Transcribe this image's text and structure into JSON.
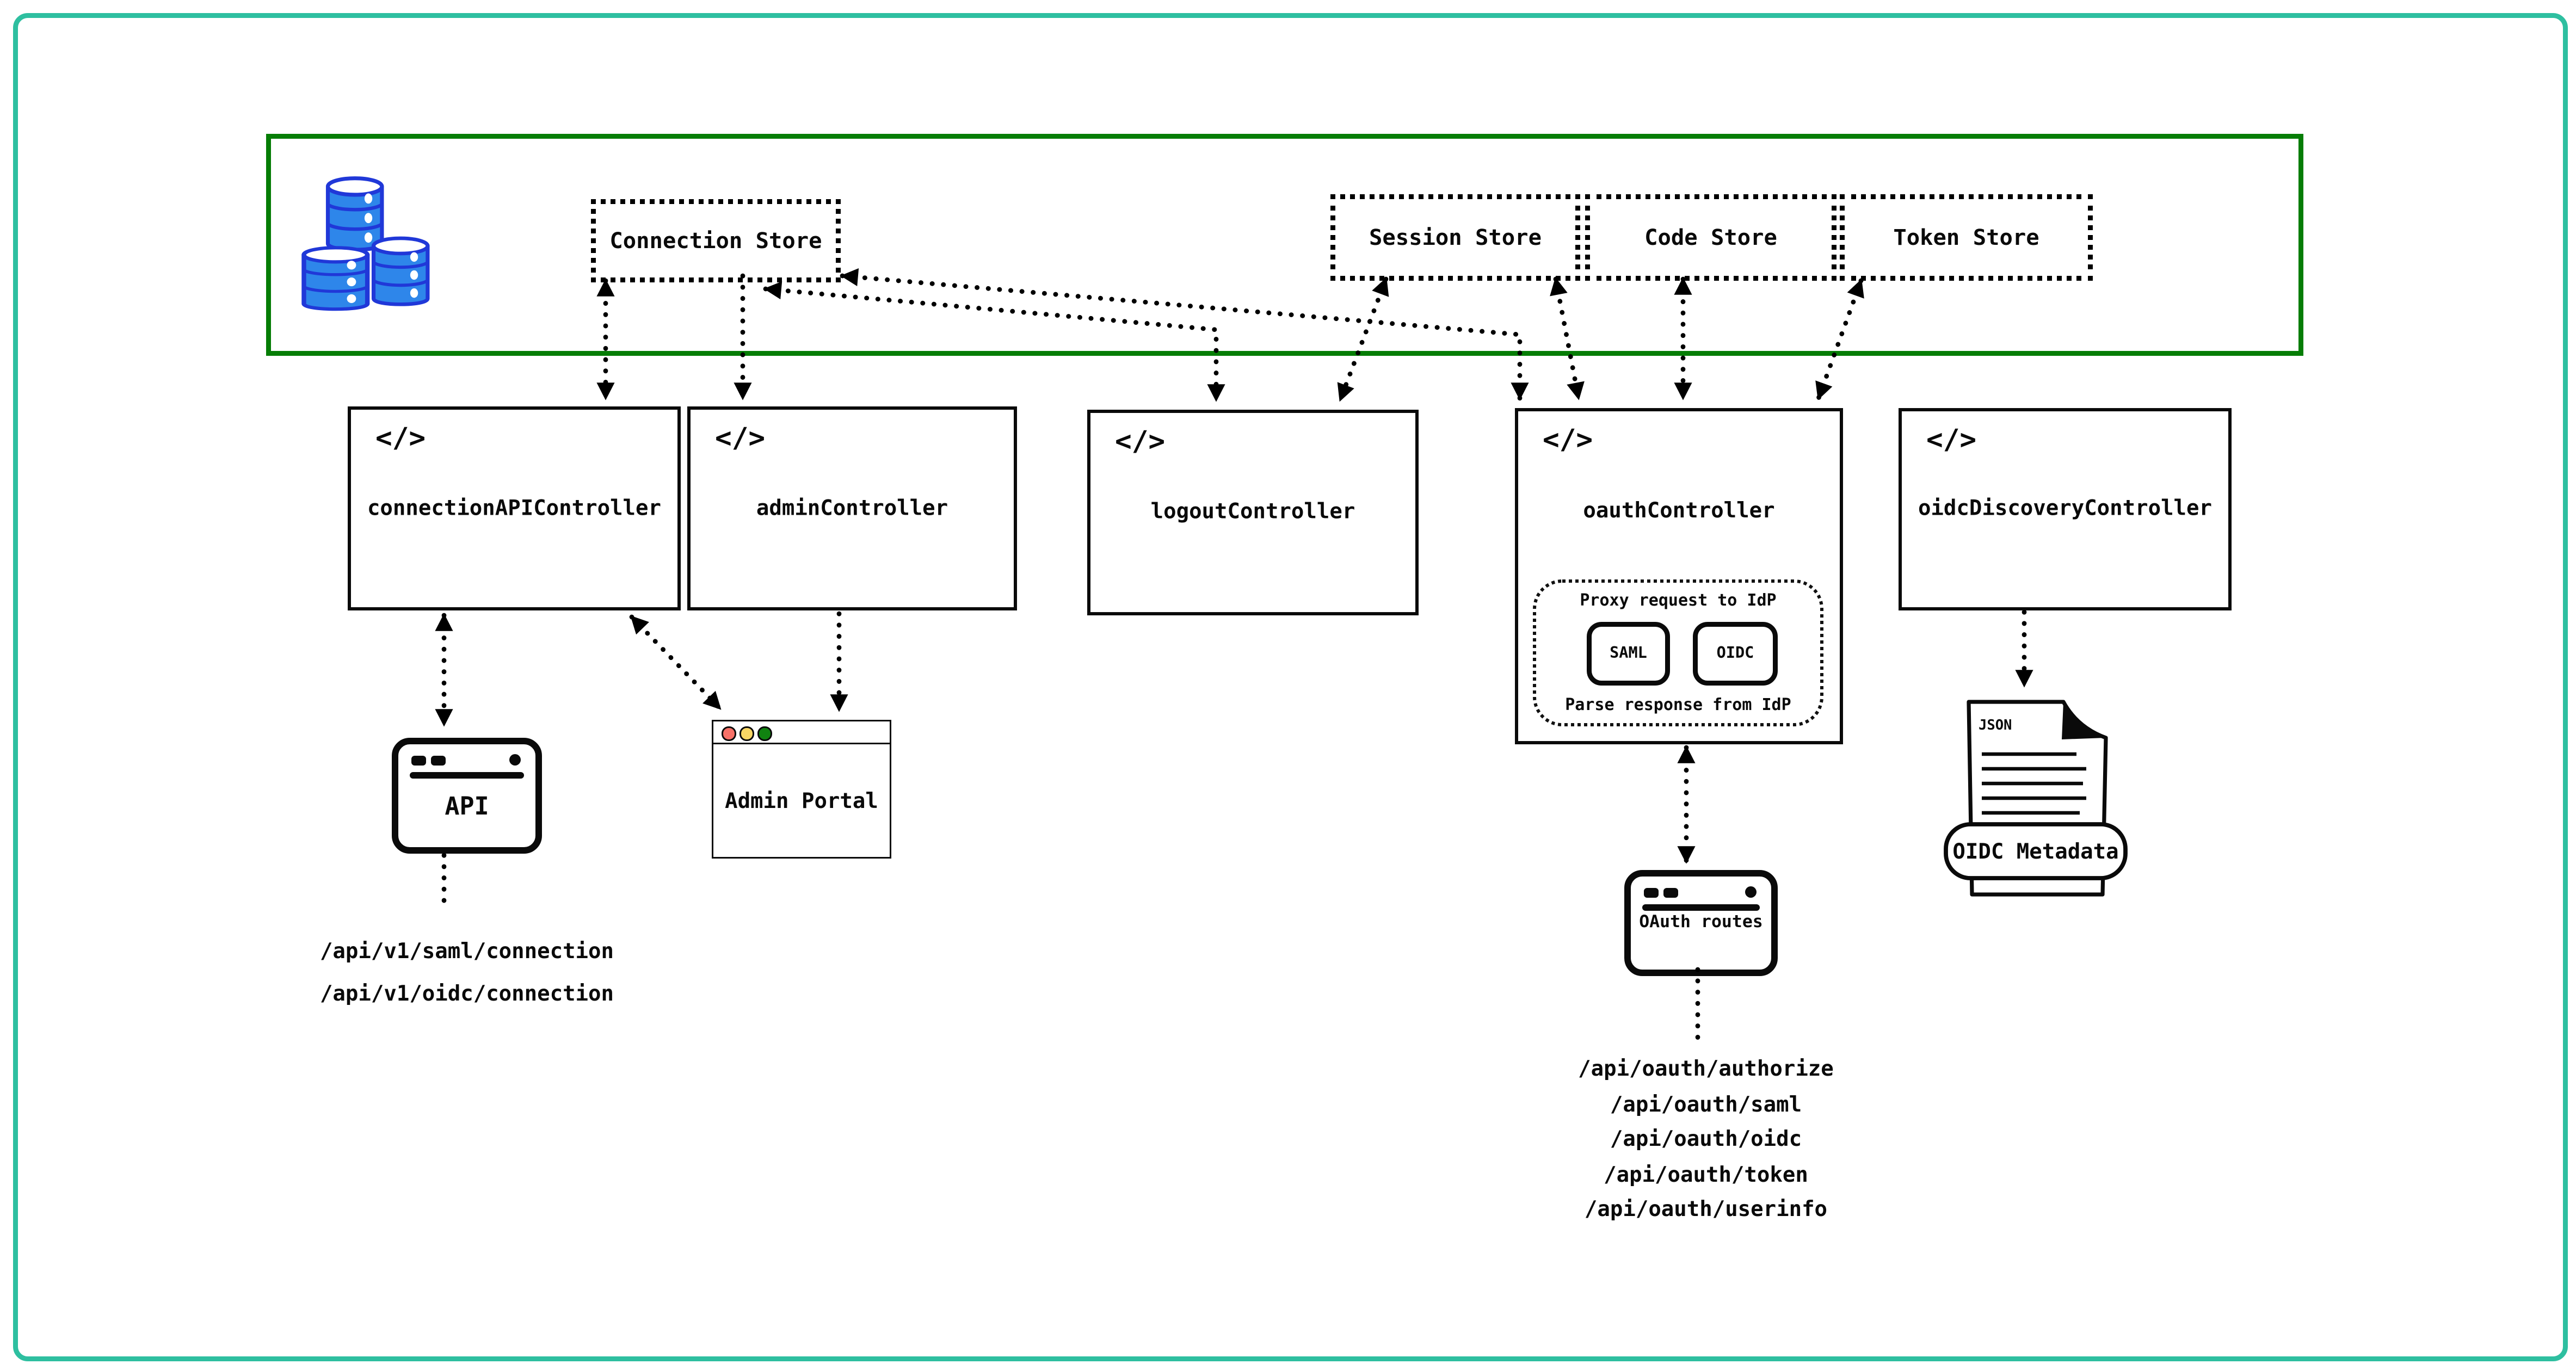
{
  "diagram": {
    "stores": {
      "connection": "Connection Store",
      "session": "Session Store",
      "code": "Code Store",
      "token": "Token Store"
    },
    "controllers": {
      "code_icon": "</>",
      "connection_api": "connectionAPIController",
      "admin": "adminController",
      "logout": "logoutController",
      "oauth": "oauthController",
      "oidc_discovery": "oidcDiscoveryController"
    },
    "oauth_inner": {
      "proxy": "Proxy request to IdP",
      "saml": "SAML",
      "oidc": "OIDC",
      "parse": "Parse response from IdP"
    },
    "clients": {
      "api_label": "API",
      "admin_portal_label": "Admin Portal",
      "oauth_routes_label": "OAuth routes",
      "oidc_metadata_label": "OIDC Metadata",
      "json_tag": "JSON"
    },
    "api_route_list": [
      "/api/v1/saml/connection",
      "/api/v1/oidc/connection"
    ],
    "oauth_route_list": [
      "/api/oauth/authorize",
      "/api/oauth/saml",
      "/api/oauth/oidc",
      "/api/oauth/token",
      "/api/oauth/userinfo"
    ],
    "colors": {
      "frame_teal": "#2ebfa0",
      "boundary_green": "#067d06",
      "database_blue": "#2e86ea",
      "database_outline": "#2038d8",
      "line_black": "#000000",
      "traffic_red": "#f87168",
      "traffic_yellow": "#f8d664",
      "traffic_green": "#108310"
    }
  }
}
